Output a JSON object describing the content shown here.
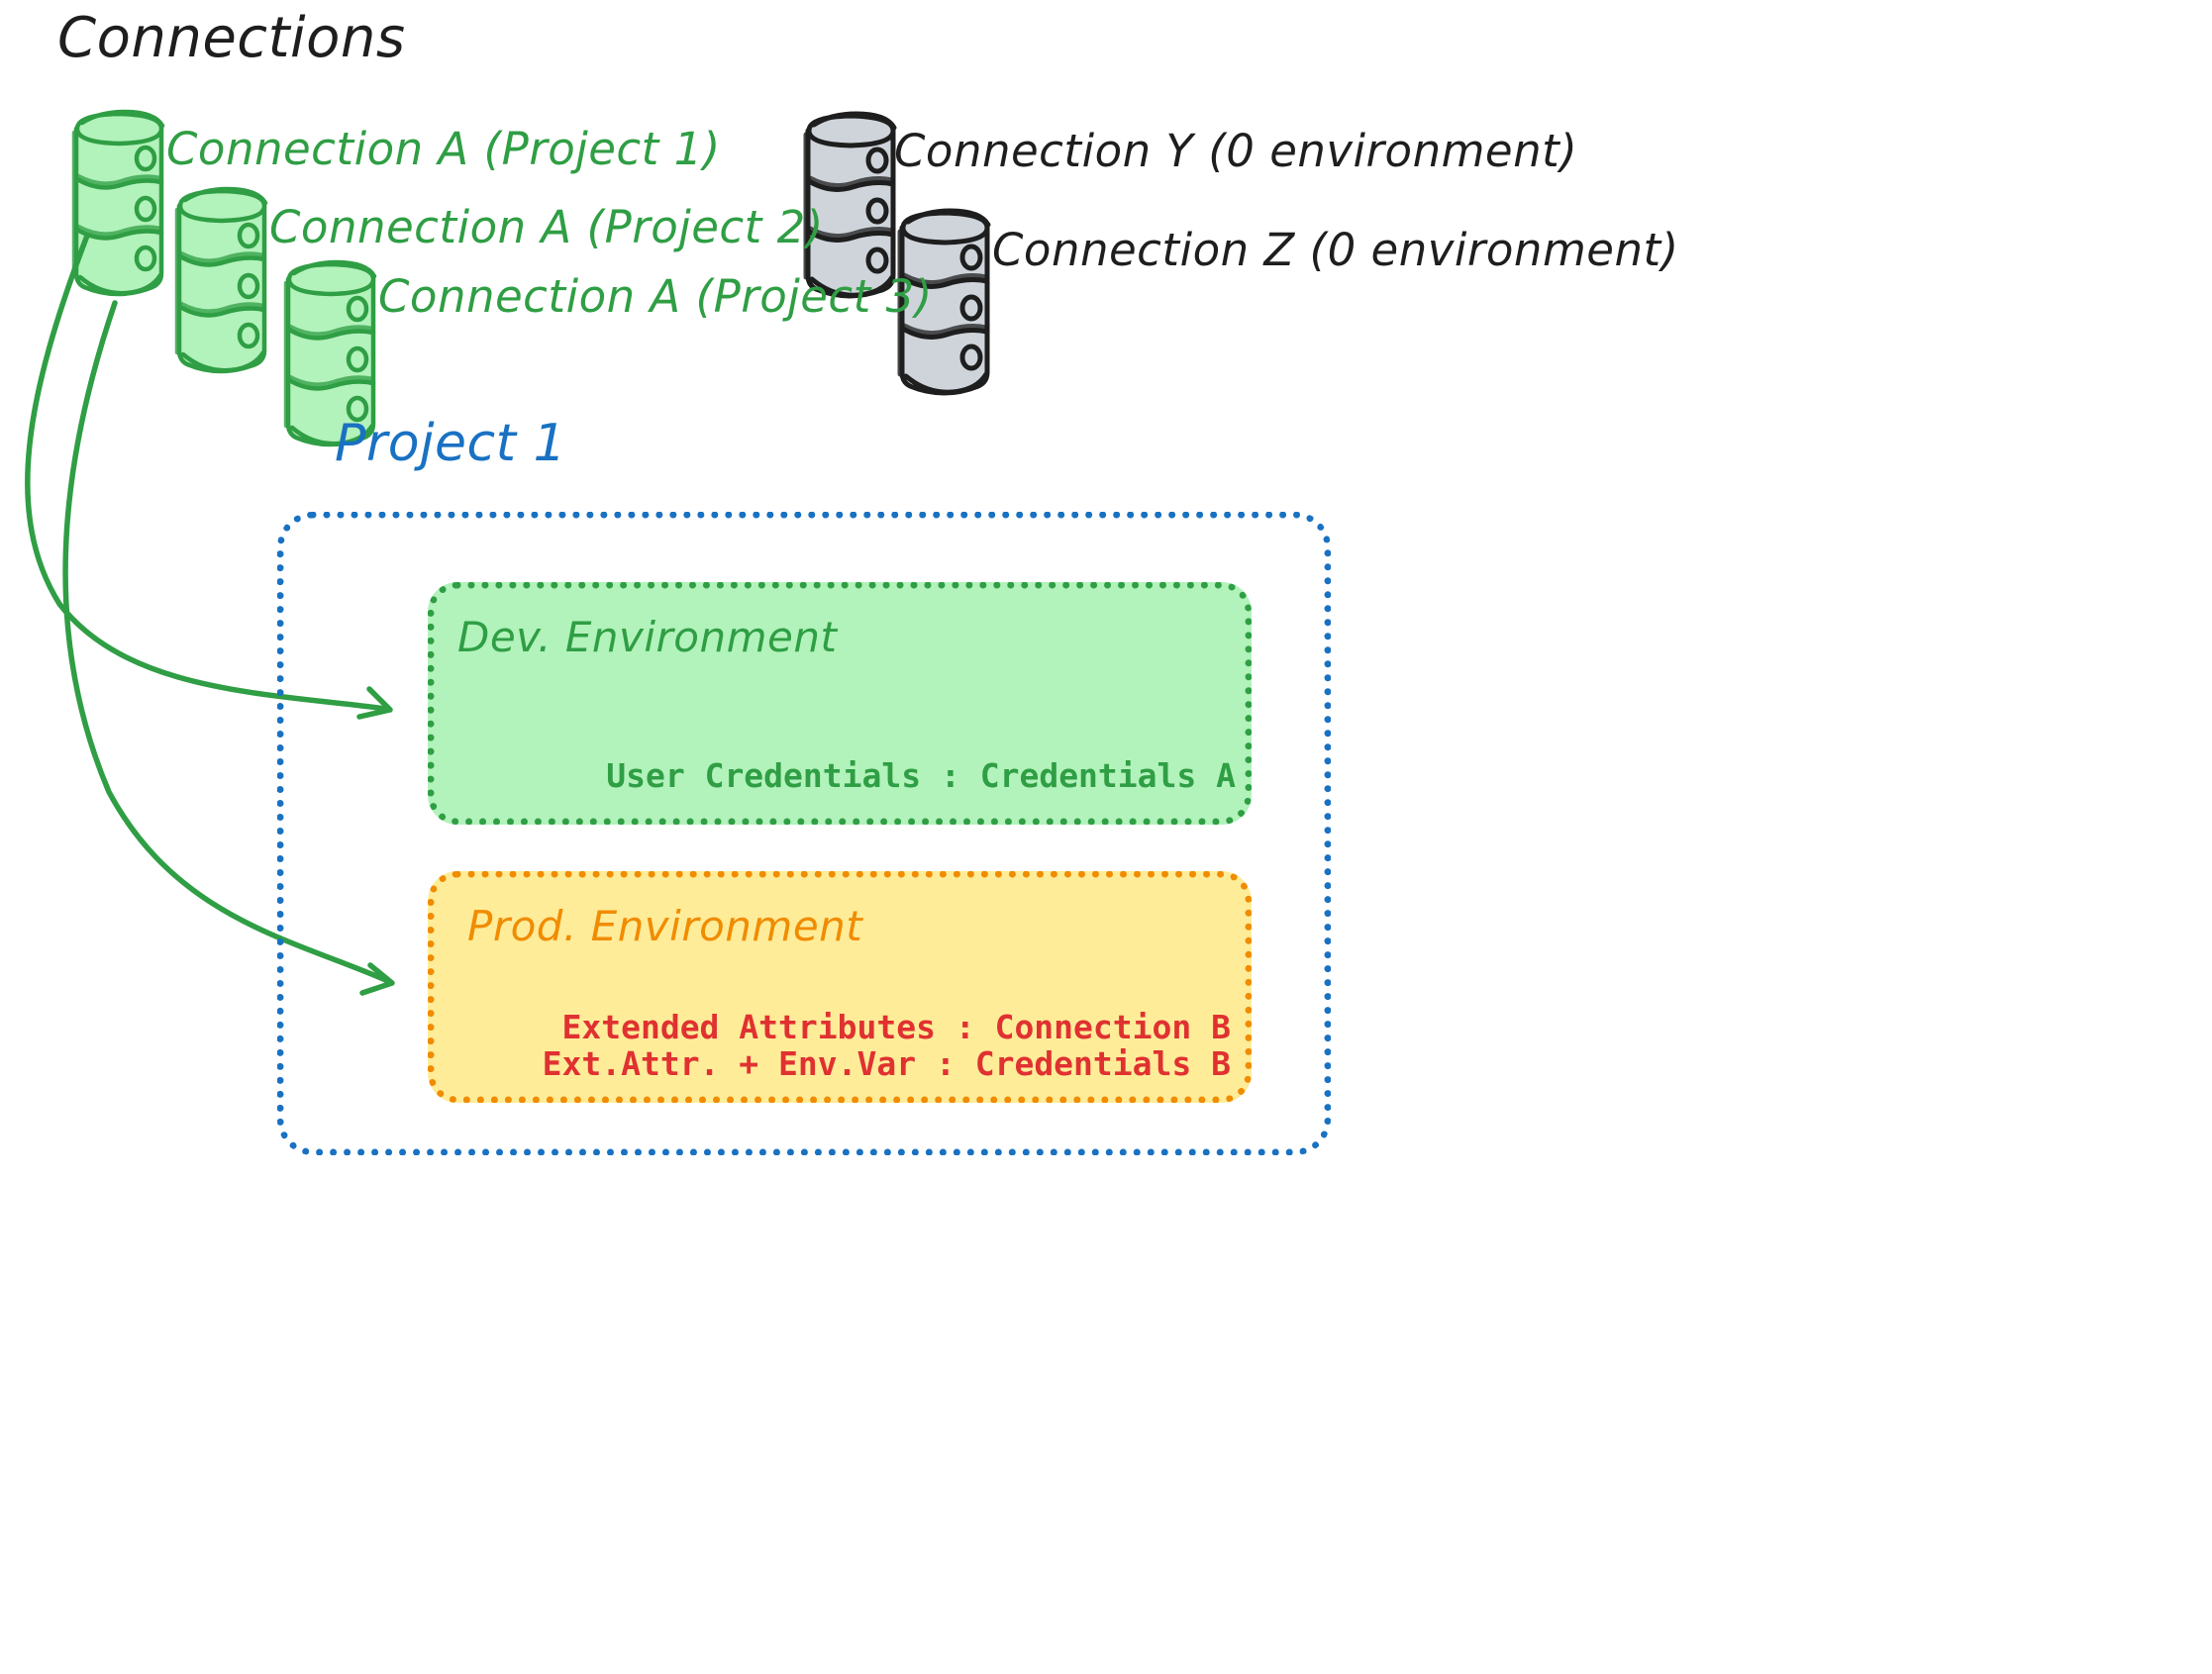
{
  "diagram": {
    "title": "Connections",
    "colors": {
      "green_stroke": "#2f9e44",
      "green_fill": "#b2f2bb",
      "grey_stroke": "#1e1e1e",
      "grey_fill": "#ced4da",
      "blue_stroke": "#1971c2",
      "orange_stroke": "#f08c00",
      "orange_fill": "#ffec99",
      "red_text": "#e03131",
      "black_text": "#1e1e1e"
    },
    "connections": [
      {
        "label": "Connection A (Project 1)",
        "color": "green",
        "icon": "database-cylinder-icon"
      },
      {
        "label": "Connection A (Project 2)",
        "color": "green",
        "icon": "database-cylinder-icon"
      },
      {
        "label": "Connection A (Project 3)",
        "color": "green",
        "icon": "database-cylinder-icon"
      },
      {
        "label": "Connection Y (0 environment)",
        "color": "grey",
        "icon": "database-cylinder-icon"
      },
      {
        "label": "Connection Z (0 environment)",
        "color": "grey",
        "icon": "database-cylinder-icon"
      }
    ],
    "project": {
      "title": "Project 1",
      "environments": [
        {
          "name": "Dev. Environment",
          "color": "green",
          "lines": [
            "User Credentials : Credentials A"
          ]
        },
        {
          "name": "Prod. Environment",
          "color": "orange",
          "lines": [
            "Extended Attributes : Connection B",
            "Ext.Attr. + Env.Var : Credentials B"
          ]
        }
      ]
    },
    "arrows": [
      {
        "name": "arrow-connection-a-to-dev-env",
        "from": "Connection A (Project 1)",
        "to": "Dev. Environment"
      },
      {
        "name": "arrow-connection-a-to-prod-env",
        "from": "Connection A (Project 1)",
        "to": "Prod. Environment"
      }
    ]
  }
}
